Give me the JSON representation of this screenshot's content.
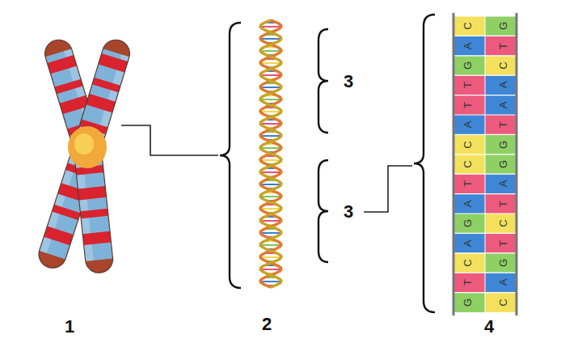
{
  "diagram": {
    "labels": [
      "1",
      "2",
      "3",
      "3",
      "4",
      "C",
      "G",
      "A",
      "T",
      "G",
      "C",
      "T",
      "A",
      "T",
      "A",
      "A",
      "T",
      "C",
      "G",
      "C",
      "G",
      "T",
      "A",
      "A",
      "T",
      "G",
      "C",
      "A",
      "T",
      "C",
      "G",
      "T",
      "A",
      "G",
      "C"
    ]
  }
}
